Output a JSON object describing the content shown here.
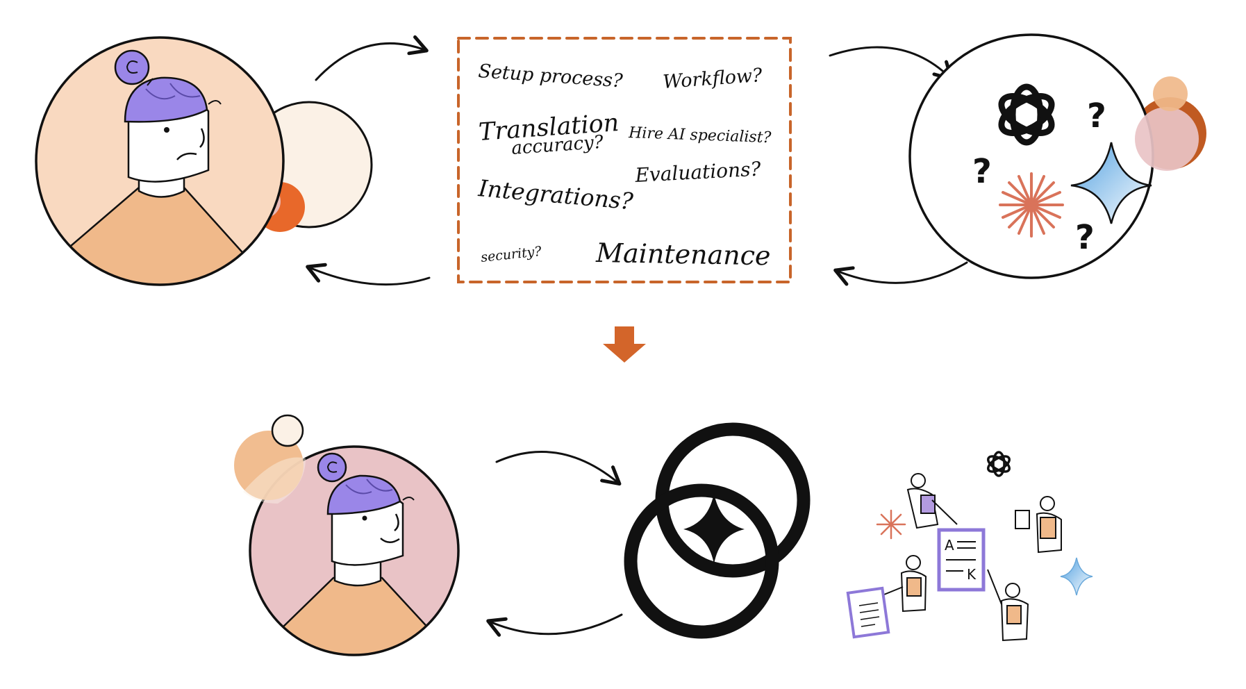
{
  "concerns": {
    "setup": "Setup process?",
    "workflow": "Workflow?",
    "translation": "Translation",
    "accuracy": "accuracy?",
    "hire": "Hire AI specialist?",
    "evaluations": "Evaluations?",
    "integrations": "Integrations?",
    "security": "security?",
    "maintenance": "Maintenance"
  },
  "question_marks": [
    "?",
    "?",
    "?"
  ],
  "document_letters": {
    "top": "A",
    "bottom": "K"
  },
  "colors": {
    "peach": "#f9d9c0",
    "peach_dark": "#f0b98a",
    "orange": "#e8682a",
    "rust": "#c05a22",
    "purple": "#9a86e8",
    "pink": "#e9c3c6",
    "cream": "#fbf1e6",
    "dashed_border": "#c8652a",
    "down_arrow": "#d3652a",
    "star_blue": "#7fb7e4"
  },
  "icons": [
    "worried-person-icon",
    "happy-person-icon",
    "openai-logo-icon",
    "sparkle-star-icon",
    "asterisk-burst-icon",
    "interlocking-rings-logo-icon",
    "team-illustration-icon",
    "curved-arrow-icon",
    "down-arrow-icon"
  ]
}
